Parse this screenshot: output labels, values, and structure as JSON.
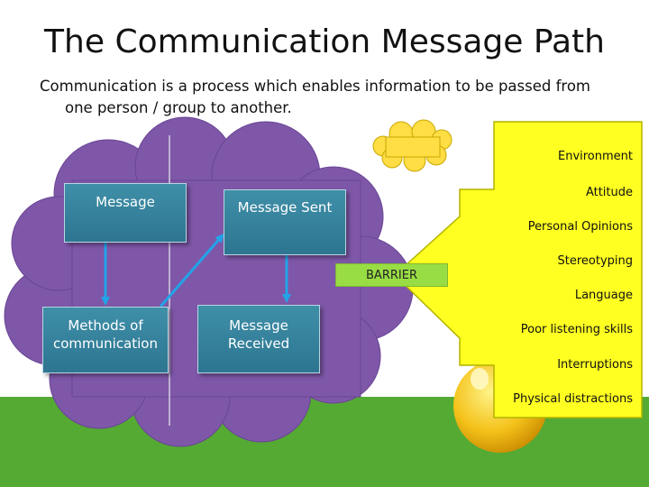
{
  "title": "The Communication Message Path",
  "intro": {
    "line1": "Communication is a process which enables information to be passed from",
    "line2": "one person / group to another."
  },
  "nodes": {
    "message": "Message",
    "message_sent": "Message Sent",
    "methods_line1": "Methods of",
    "methods_line2": "communication",
    "received_line1": "Message",
    "received_line2": "Received"
  },
  "barrier_label": "BARRIER",
  "barriers": [
    "Environment",
    "Attitude",
    "Personal Opinions",
    "Stereotyping",
    "Language",
    "Poor listening skills",
    "Interruptions",
    "Physical distractions"
  ],
  "colors": {
    "cloud": "#7e57a8",
    "box": "#3585a0",
    "arrow": "#22a3e8",
    "barrier_green": "#99dd44",
    "callout_yellow": "#ffff22",
    "grass": "#55aa33",
    "small_cloud": "#ffdd44"
  }
}
